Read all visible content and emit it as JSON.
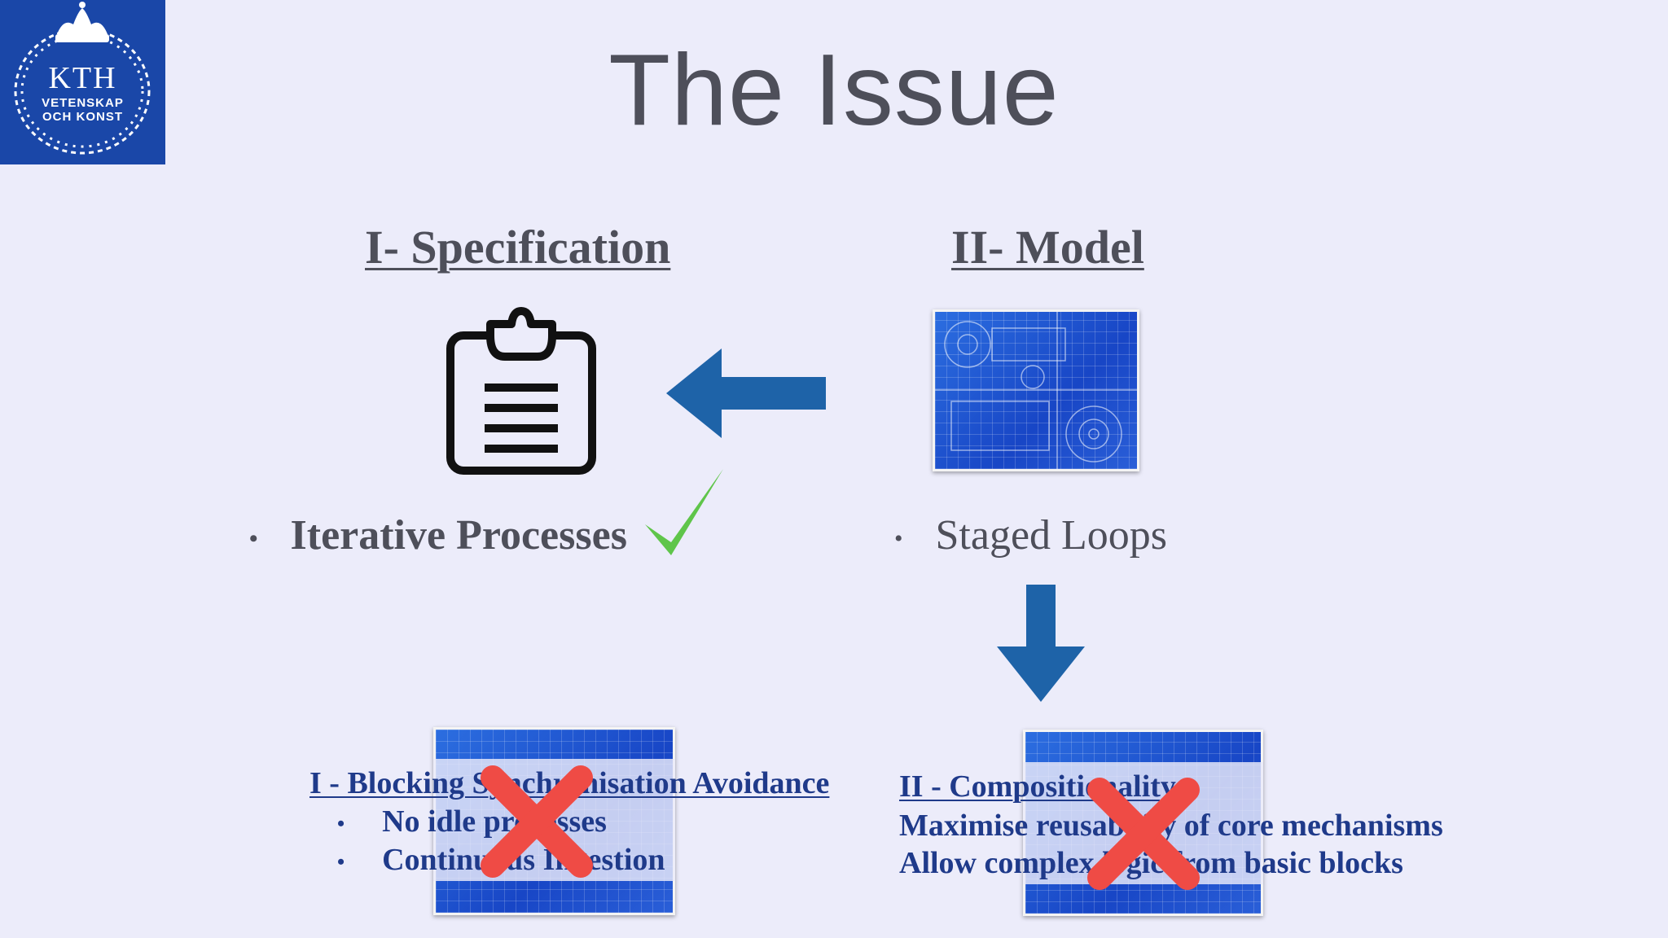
{
  "logo": {
    "name": "KTH",
    "line1": "VETENSKAP",
    "line2": "OCH KONST"
  },
  "title": "The Issue",
  "left": {
    "heading": "I- Specification",
    "bullet": "Iterative Processes",
    "icon": "clipboard-icon",
    "status_icon": "checkmark-icon",
    "status_color": "#5fc54a"
  },
  "right": {
    "heading": "II- Model",
    "bullet": "Staged Loops",
    "image": "blueprint"
  },
  "arrows": {
    "color": "#1e63a8"
  },
  "bottom_left": {
    "heading": "I - Blocking Synchronisation Avoidance",
    "items": [
      "No idle processes",
      "Continuous Ingestion"
    ],
    "status_icon": "cross-icon",
    "status_color": "#ef4b45"
  },
  "bottom_right": {
    "heading": "II - Compositionality",
    "lines": [
      "Maximise reusability of core mechanisms",
      "Allow complex logic from basic blocks"
    ],
    "status_icon": "cross-icon",
    "status_color": "#ef4b45"
  }
}
